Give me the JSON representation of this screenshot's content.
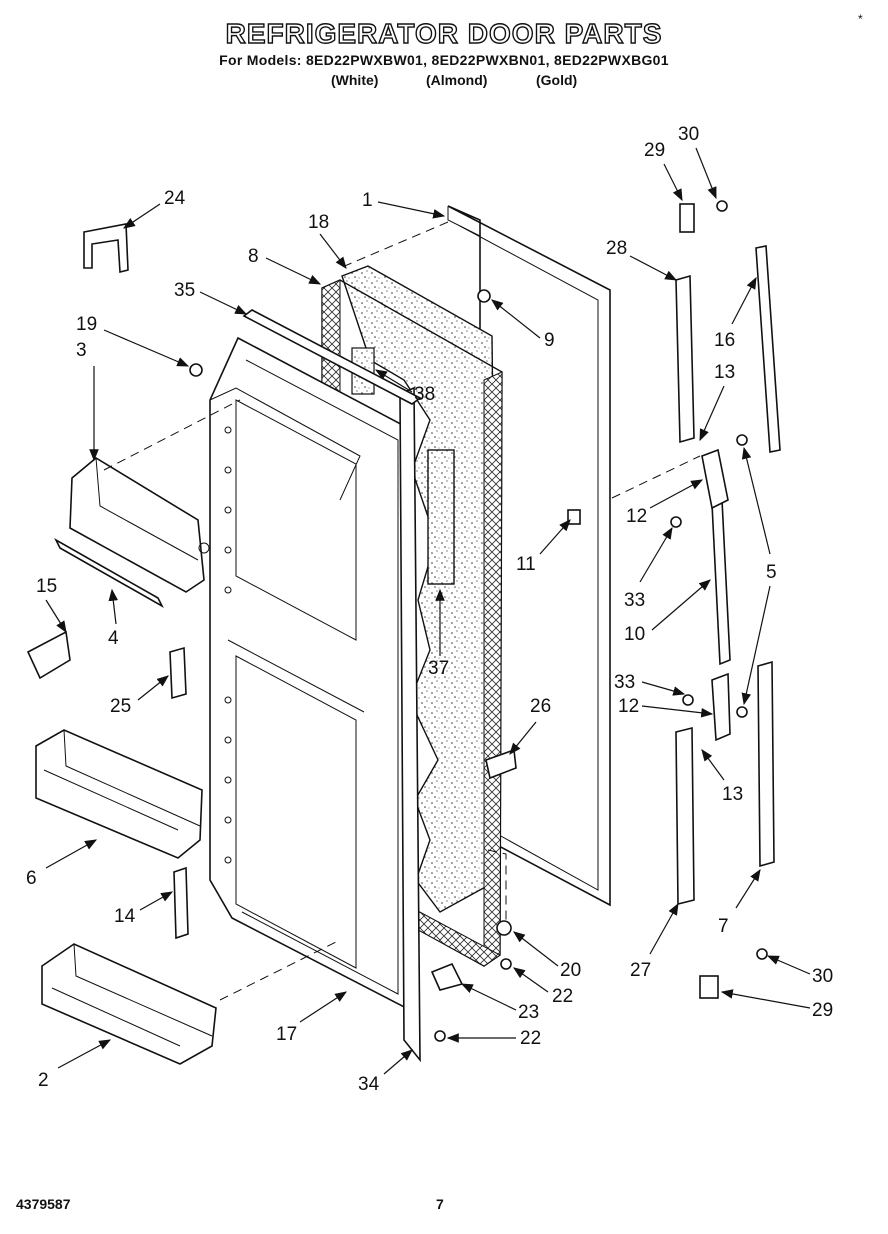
{
  "header": {
    "title": "REFRIGERATOR DOOR PARTS",
    "models_line": "For Models: 8ED22PWXBW01, 8ED22PWXBN01, 8ED22PWXBG01",
    "variants": [
      "(White)",
      "(Almond)",
      "(Gold)"
    ]
  },
  "footer": {
    "doc_number": "4379587",
    "page_number": "7"
  },
  "corner_mark": "*",
  "callouts": [
    {
      "id": "c24",
      "label": "24"
    },
    {
      "id": "c1",
      "label": "1"
    },
    {
      "id": "c18",
      "label": "18"
    },
    {
      "id": "c8",
      "label": "8"
    },
    {
      "id": "c35",
      "label": "35"
    },
    {
      "id": "c19",
      "label": "19"
    },
    {
      "id": "c3",
      "label": "3"
    },
    {
      "id": "c9",
      "label": "9"
    },
    {
      "id": "c38",
      "label": "38"
    },
    {
      "id": "c29a",
      "label": "29"
    },
    {
      "id": "c30a",
      "label": "30"
    },
    {
      "id": "c28",
      "label": "28"
    },
    {
      "id": "c16",
      "label": "16"
    },
    {
      "id": "c13a",
      "label": "13"
    },
    {
      "id": "c12a",
      "label": "12"
    },
    {
      "id": "c11",
      "label": "11"
    },
    {
      "id": "c5",
      "label": "5"
    },
    {
      "id": "c33a",
      "label": "33"
    },
    {
      "id": "c10",
      "label": "10"
    },
    {
      "id": "c15",
      "label": "15"
    },
    {
      "id": "c4",
      "label": "4"
    },
    {
      "id": "c25",
      "label": "25"
    },
    {
      "id": "c37",
      "label": "37"
    },
    {
      "id": "c26",
      "label": "26"
    },
    {
      "id": "c33b",
      "label": "33"
    },
    {
      "id": "c12b",
      "label": "12"
    },
    {
      "id": "c13b",
      "label": "13"
    },
    {
      "id": "c6",
      "label": "6"
    },
    {
      "id": "c14",
      "label": "14"
    },
    {
      "id": "c20",
      "label": "20"
    },
    {
      "id": "c22a",
      "label": "22"
    },
    {
      "id": "c27",
      "label": "27"
    },
    {
      "id": "c7",
      "label": "7"
    },
    {
      "id": "c30b",
      "label": "30"
    },
    {
      "id": "c29b",
      "label": "29"
    },
    {
      "id": "c23",
      "label": "23"
    },
    {
      "id": "c22b",
      "label": "22"
    },
    {
      "id": "c17",
      "label": "17"
    },
    {
      "id": "c2",
      "label": "2"
    },
    {
      "id": "c34",
      "label": "34"
    }
  ]
}
